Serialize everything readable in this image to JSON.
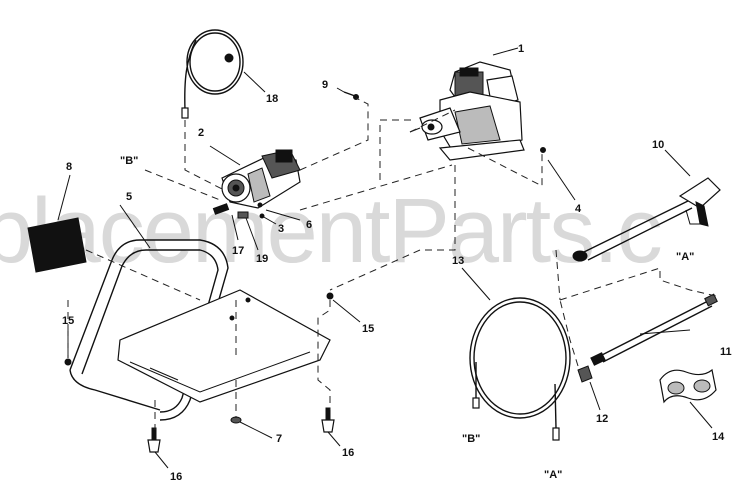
{
  "watermark": "placementParts.c",
  "labels": {
    "n1": "1",
    "n2": "2",
    "n3": "3",
    "n4": "4",
    "n5": "5",
    "n6": "6",
    "n7": "7",
    "n8": "8",
    "n9": "9",
    "n10": "10",
    "n11": "11",
    "n12": "12",
    "n13": "13",
    "n14": "14",
    "n15a": "15",
    "n15b": "15",
    "n16a": "16",
    "n16b": "16",
    "n17": "17",
    "n18": "18",
    "n19": "19",
    "refB1": "\"B\"",
    "refB2": "\"B\"",
    "refA1": "\"A\"",
    "refA2": "\"A\""
  }
}
